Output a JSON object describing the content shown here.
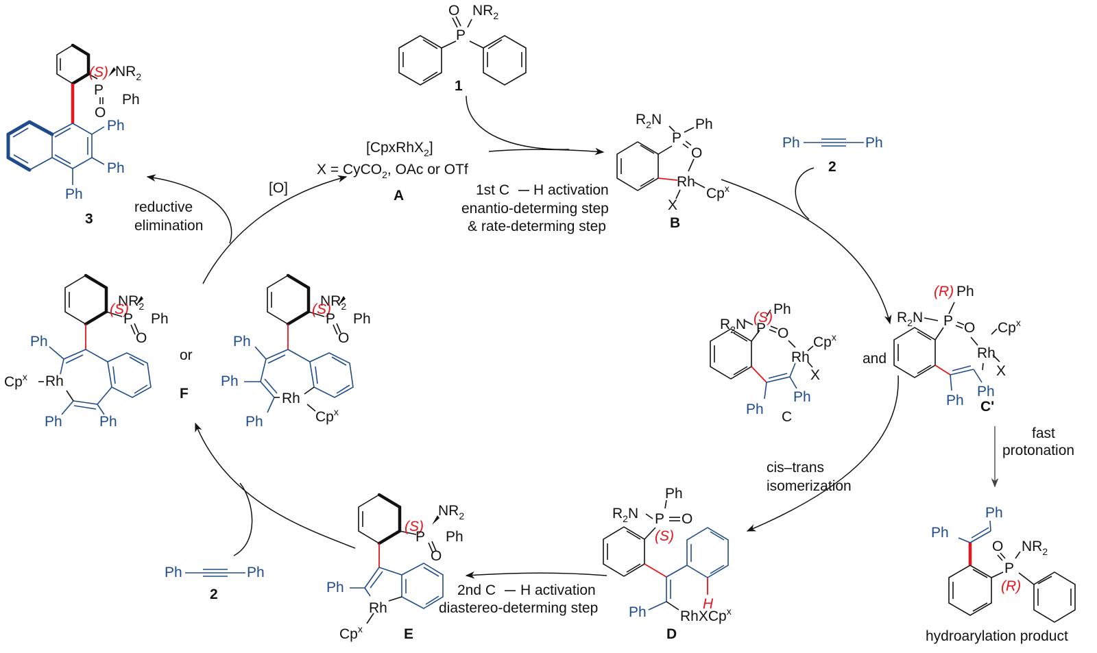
{
  "colors": {
    "bond": "#111111",
    "alkyne_fragment": "#1e4b8a",
    "new_bond_and_stereo": "#e8141c"
  },
  "compounds": {
    "c1": {
      "label": "1",
      "atoms": {
        "O": "O",
        "P": "P",
        "N": "NR",
        "N_sub": "2"
      }
    },
    "c2_top": {
      "label": "2",
      "left": "Ph",
      "right": "Ph"
    },
    "c2_bottom": {
      "label": "2",
      "left": "Ph",
      "right": "Ph"
    },
    "A": {
      "formula_pre": "[CpxRhX",
      "formula_sub": "2",
      "formula_post": "]",
      "x_def_pre": "X = CyCO",
      "x_def_sub": "2",
      "x_def_post": ", OAc or OTf",
      "label": "A"
    },
    "B": {
      "label": "B",
      "R2N_pre": "R",
      "R2N_sub": "2",
      "R2N_post": "N",
      "Ph": "Ph",
      "P": "P",
      "O": "O",
      "Rh": "Rh",
      "X": "X",
      "Cp": "Cp",
      "Cp_sup": "x"
    },
    "C": {
      "label": "C",
      "stereo": "(S)",
      "R2N_pre": "R",
      "R2N_sub": "2",
      "R2N_post": "N",
      "Ph_top": "Ph",
      "P": "P",
      "O": "O",
      "Rh": "Rh",
      "X": "X",
      "Cp": "Cp",
      "Cp_sup": "x",
      "Ph_left": "Ph",
      "Ph_right": "Ph"
    },
    "C_prime": {
      "label": "C'",
      "stereo": "(R)",
      "R2N_pre": "R",
      "R2N_sub": "2",
      "R2N_post": "N",
      "Ph_top": "Ph",
      "P": "P",
      "O": "O",
      "Rh": "Rh",
      "X": "X",
      "Cp": "Cp",
      "Cp_sup": "x",
      "Ph_left": "Ph",
      "Ph_right": "Ph"
    },
    "D": {
      "label": "D",
      "stereo": "(S)",
      "R2N_pre": "R",
      "R2N_sub": "2",
      "R2N_post": "N",
      "Ph_top": "Ph",
      "P": "P",
      "O": "O",
      "H": "H",
      "Ph_left": "Ph",
      "RhXCp": "RhXCp",
      "Cp_sup": "x"
    },
    "E": {
      "label": "E",
      "stereo": "(S)",
      "NR": "NR",
      "NR_sub": "2",
      "P": "P",
      "O": "O",
      "Ph_dash": "Ph",
      "Ph_left": "Ph",
      "Rh": "Rh",
      "Cp": "Cp",
      "Cp_sup": "x"
    },
    "F": {
      "label": "F",
      "or": "or",
      "left": {
        "stereo": "(S)",
        "NR": "NR",
        "NR_sub": "2",
        "P": "P",
        "O": "O",
        "Ph_dash": "Ph",
        "Ph_a": "Ph",
        "Ph_b": "Ph",
        "Ph_c": "Ph",
        "Cp": "Cp",
        "Cp_sup": "x",
        "Rh": "Rh"
      },
      "right": {
        "stereo": "(S)",
        "NR": "NR",
        "NR_sub": "2",
        "P": "P",
        "O": "O",
        "Ph_dash": "Ph",
        "Ph_a": "Ph",
        "Ph_b": "Ph",
        "Ph_c": "Ph",
        "Rh": "Rh",
        "Cp": "Cp",
        "Cp_sup": "x"
      }
    },
    "c3": {
      "label": "3",
      "stereo": "(S)",
      "NR": "NR",
      "NR_sub": "2",
      "P": "P",
      "O": "O",
      "Ph_dash": "Ph",
      "Ph_a": "Ph",
      "Ph_b": "Ph",
      "Ph_c": "Ph"
    },
    "product": {
      "stereo": "(R)",
      "Ph_top": "Ph",
      "Ph_left": "Ph",
      "O": "O",
      "P": "P",
      "NR": "NR",
      "NR_sub": "2",
      "caption": "hydroarylation product"
    }
  },
  "step_labels": {
    "oxidant": "[O]",
    "first_ch": {
      "line1_pre": "1st C",
      "line1_post": "H activation",
      "line2": "enantio-determing step",
      "line3": "& rate-determing step"
    },
    "and": "and",
    "cis_trans": {
      "line1": "cis–trans",
      "line2": "isomerization"
    },
    "fast_protonation": {
      "line1": "fast",
      "line2": "protonation"
    },
    "second_ch": {
      "line1_pre": "2nd C",
      "line1_post": "H activation",
      "line2": "diastereo-determing step"
    },
    "reductive_elimination": {
      "line1": "reductive",
      "line2": "elimination"
    }
  }
}
